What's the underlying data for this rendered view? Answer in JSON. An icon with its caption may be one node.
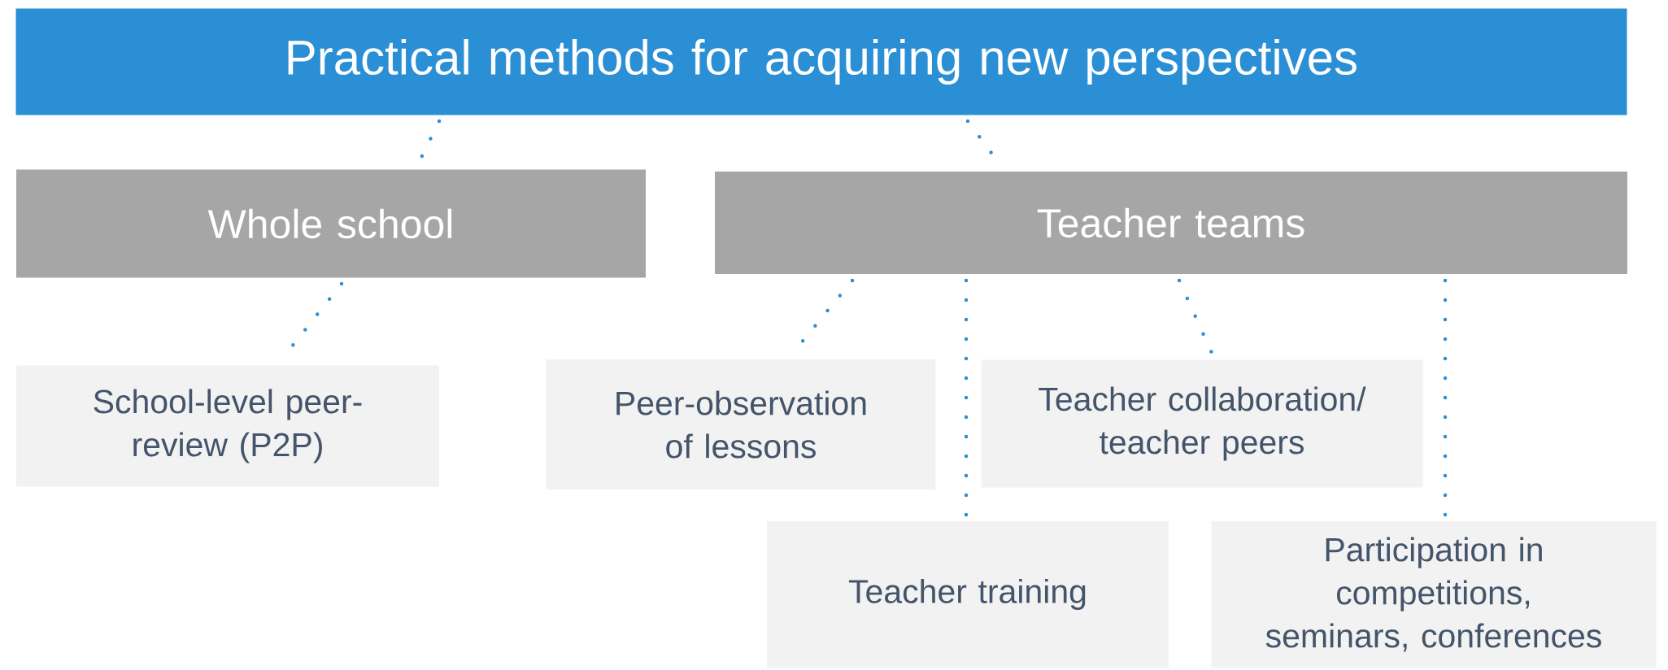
{
  "diagram": {
    "nodes": [
      {
        "text": [
          "Practical methods for acquiring new perspectives"
        ]
      },
      {
        "text": [
          "Whole school"
        ]
      },
      {
        "text": [
          "Teacher teams"
        ]
      },
      {
        "text": [
          "School-level peer-review (P2P)"
        ]
      },
      {
        "text": [
          "Peer-observation of lessons"
        ]
      },
      {
        "text": [
          "Teacher collaboration/ teacher peers"
        ]
      },
      {
        "text": [
          "Teacher training"
        ]
      },
      {
        "text": [
          "Participation in competitions, seminars, conferences"
        ]
      }
    ],
    "edges": [
      {
        "from": 0,
        "to": 1,
        "arrow": "none"
      },
      {
        "from": 0,
        "to": 2,
        "arrow": "none"
      },
      {
        "from": 1,
        "to": 3,
        "arrow": "none"
      },
      {
        "from": 2,
        "to": 4,
        "arrow": "none"
      },
      {
        "from": 2,
        "to": 6,
        "arrow": "none"
      },
      {
        "from": 2,
        "to": 5,
        "arrow": "none"
      },
      {
        "from": 2,
        "to": 7,
        "arrow": "none"
      }
    ]
  }
}
